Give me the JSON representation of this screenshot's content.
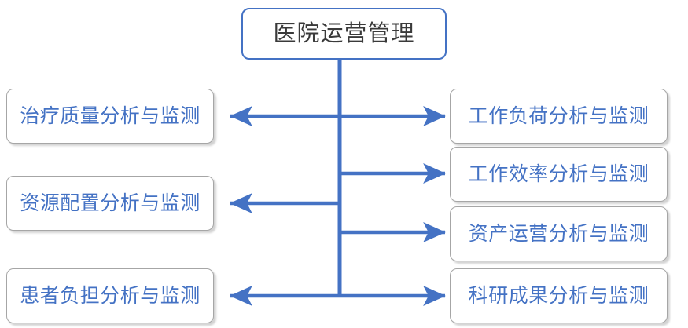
{
  "diagram": {
    "type": "hierarchy-tree",
    "orientation": "center-spine-horizontal",
    "accent_color": "#4472C4",
    "box_border_color": "#A6A6A6",
    "root_text_color": "#3A3A3A",
    "background_color": "#FFFFFF",
    "root": {
      "label": "医院运营管理"
    },
    "left_branches": [
      {
        "label": "治疗质量分析与监测"
      },
      {
        "label": "资源配置分析与监测"
      },
      {
        "label": "患者负担分析与监测"
      }
    ],
    "right_branches": [
      {
        "label": "工作负荷分析与监测"
      },
      {
        "label": "工作效率分析与监测"
      },
      {
        "label": "资产运营分析与监测"
      },
      {
        "label": "科研成果分析与监测"
      }
    ]
  }
}
